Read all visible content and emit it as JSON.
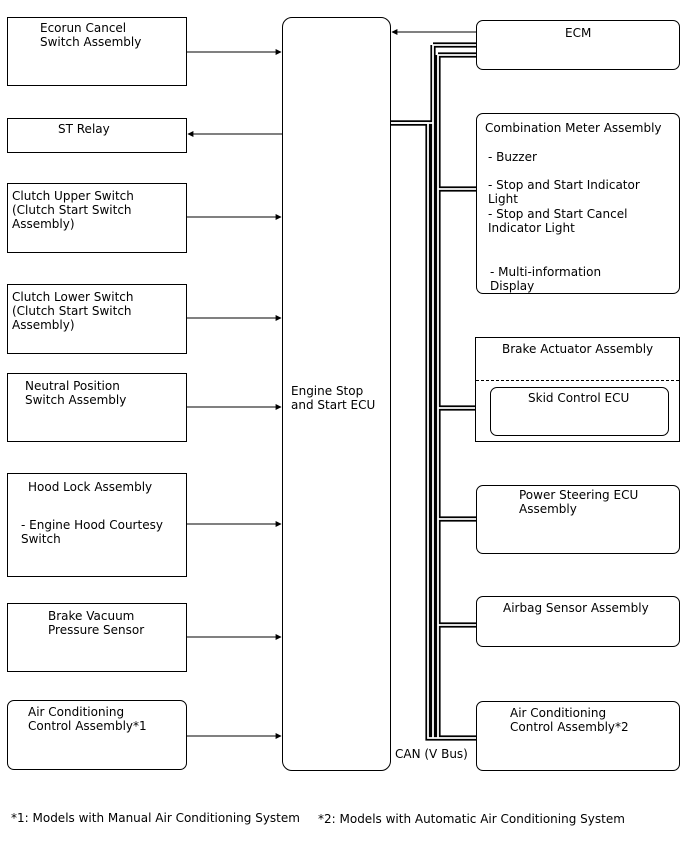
{
  "left_boxes": {
    "ecorun": "Ecorun Cancel\nSwitch Assembly",
    "st_relay": "ST Relay",
    "clutch_upper": "Clutch Upper Switch\n(Clutch Start Switch\nAssembly)",
    "clutch_lower": "Clutch Lower Switch\n(Clutch Start Switch\nAssembly)",
    "neutral": "Neutral Position\nSwitch Assembly",
    "hood_title": "Hood Lock Assembly",
    "hood_sub": "- Engine Hood Courtesy\nSwitch",
    "brake_vacuum": "Brake Vacuum\nPressure Sensor",
    "ac_manual": "Air Conditioning\nControl Assembly*1"
  },
  "center": {
    "ecu": "Engine Stop\nand Start ECU"
  },
  "right_boxes": {
    "ecm": "ECM",
    "meter_title": "Combination Meter Assembly",
    "meter_buzzer": "- Buzzer",
    "meter_indicator": "- Stop and Start Indicator\nLight",
    "meter_cancel": "- Stop and Start Cancel\nIndicator Light",
    "meter_mid": "- Multi-information\nDisplay",
    "brake_actuator": "Brake Actuator Assembly",
    "skid_control": "Skid Control ECU",
    "power_steering": "Power Steering ECU\nAssembly",
    "airbag": "Airbag Sensor Assembly",
    "ac_auto": "Air Conditioning\nControl Assembly*2"
  },
  "can_label": "CAN (V Bus)",
  "notes": {
    "manual": "*1: Models with Manual Air Conditioning System",
    "auto": "*2: Models with Automatic Air Conditioning System"
  }
}
